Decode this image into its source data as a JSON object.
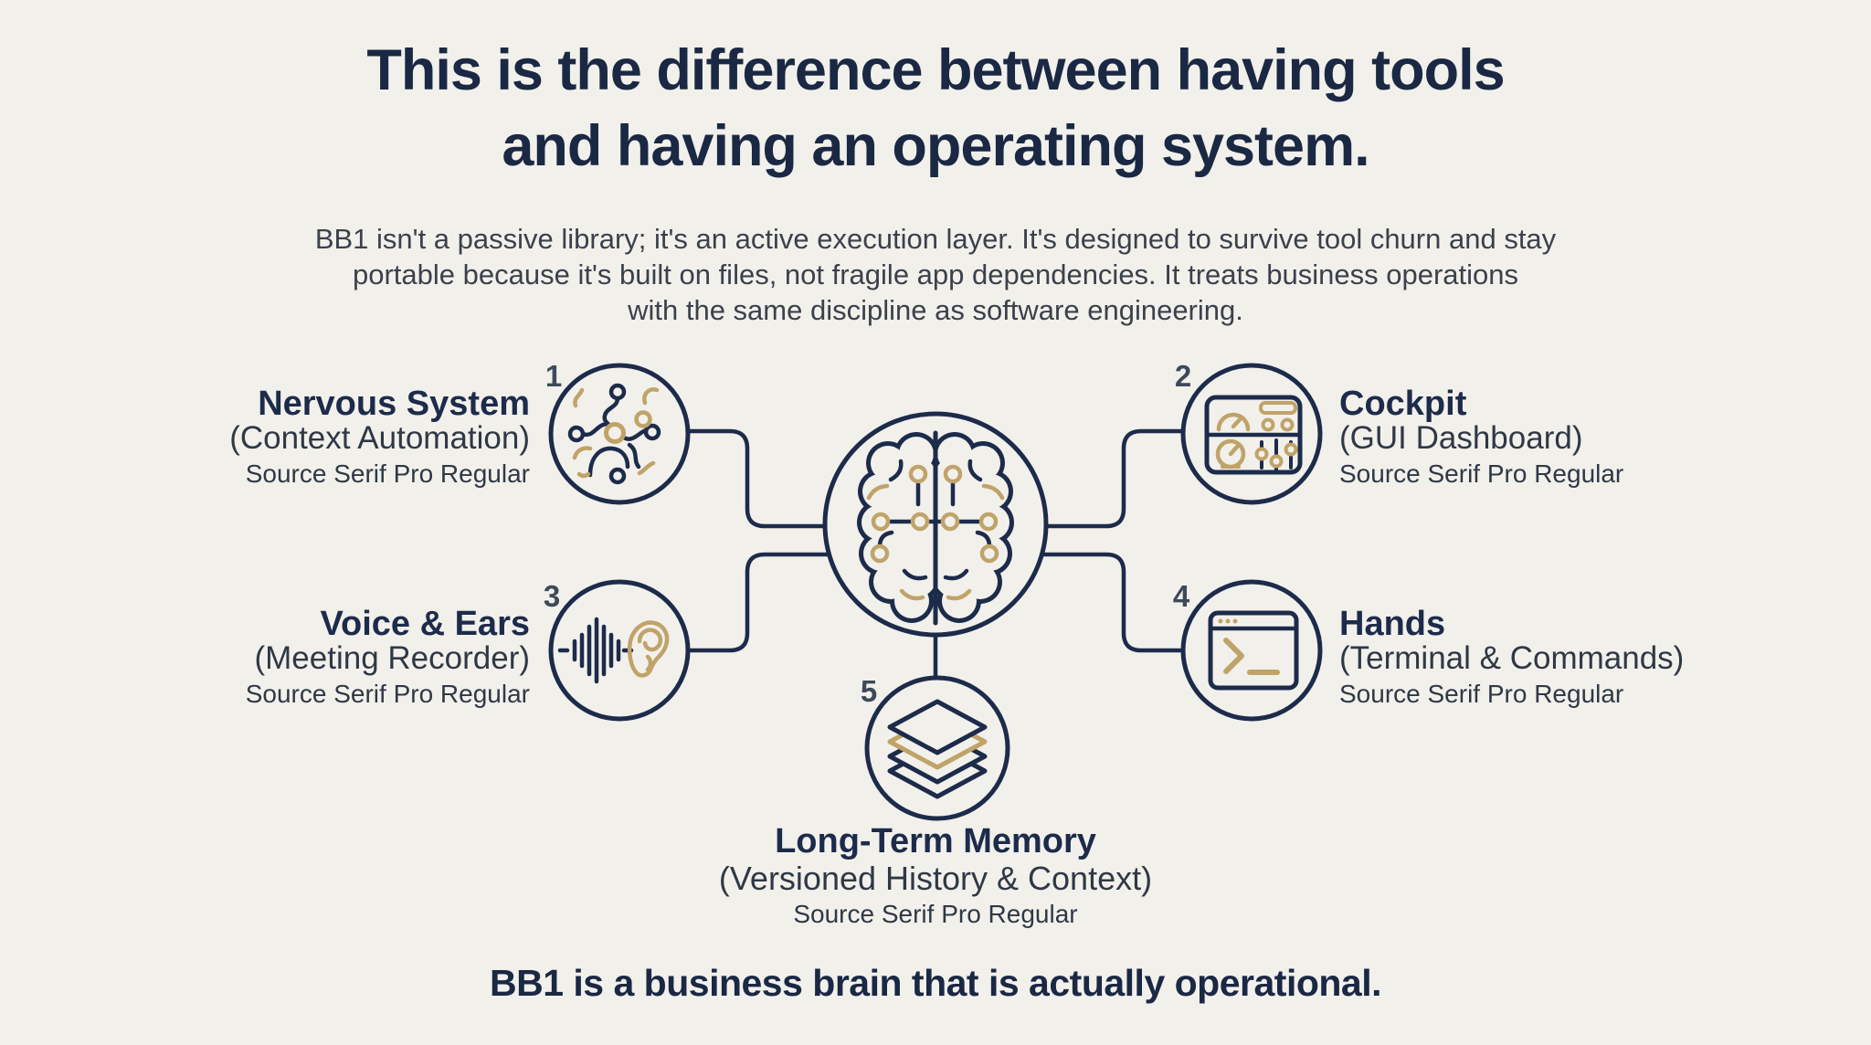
{
  "header": {
    "title_lines": [
      "This is the difference between having tools",
      "and having an operating system."
    ],
    "subtitle_lines": [
      "BB1 isn't a passive library; it's an active execution layer. It's designed to survive tool churn and stay",
      "portable because it's built on files, not fragile app dependencies. It treats business operations",
      "with the same discipline as software engineering."
    ]
  },
  "center": {
    "icon": "brain-circuit-icon"
  },
  "nodes": [
    {
      "number": "1",
      "title": "Nervous System",
      "subtitle": "(Context Automation)",
      "font_note": "Source Serif Pro Regular",
      "icon": "neural-network-icon"
    },
    {
      "number": "2",
      "title": "Cockpit",
      "subtitle": "(GUI Dashboard)",
      "font_note": "Source Serif Pro Regular",
      "icon": "dashboard-controls-icon"
    },
    {
      "number": "3",
      "title": "Voice & Ears",
      "subtitle": "(Meeting Recorder)",
      "font_note": "Source Serif Pro Regular",
      "icon": "waveform-ear-icon"
    },
    {
      "number": "4",
      "title": "Hands",
      "subtitle": "(Terminal & Commands)",
      "font_note": "Source Serif Pro Regular",
      "icon": "terminal-window-icon"
    },
    {
      "number": "5",
      "title": "Long-Term Memory",
      "subtitle": "(Versioned History & Context)",
      "font_note": "Source Serif Pro Regular",
      "icon": "stacked-layers-icon"
    }
  ],
  "footer": {
    "statement": "BB1 is a business brain that is actually operational."
  },
  "colors": {
    "background": "#f2f0eb",
    "navy": "#1d2b4b",
    "tan": "#c0a369",
    "title_navy": "#1a2844",
    "body_gray": "#3b414b",
    "number_gray": "#3e4a5a"
  }
}
